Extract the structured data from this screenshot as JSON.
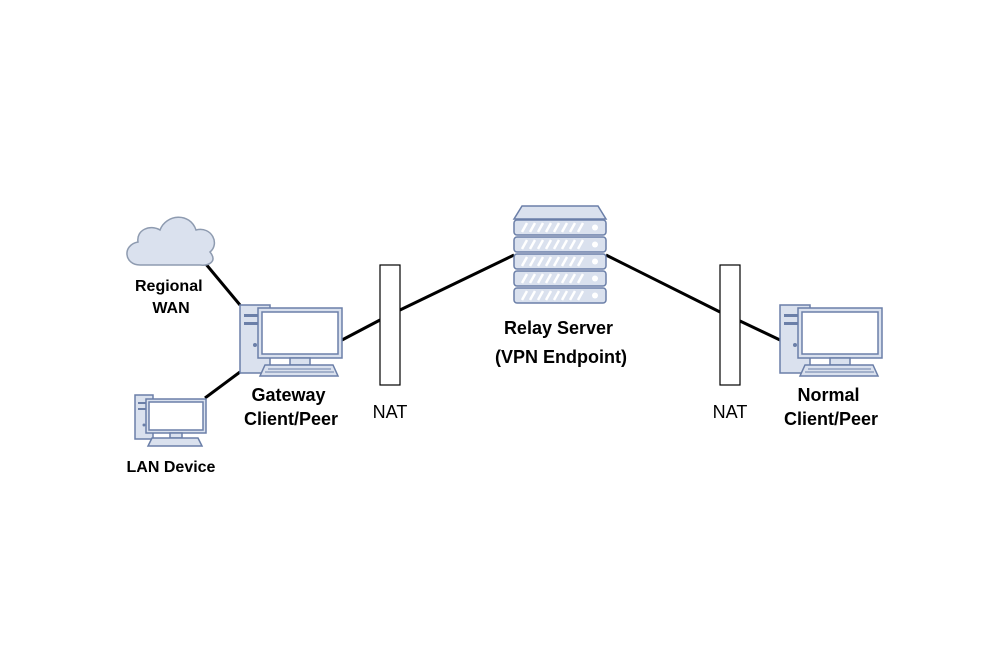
{
  "labels": {
    "regional_wan": [
      "Regional",
      "WAN"
    ],
    "lan_device": "LAN Device",
    "gateway": [
      "Gateway",
      "Client/Peer"
    ],
    "nat_left": "NAT",
    "relay": [
      "Relay Server",
      "(VPN Endpoint)"
    ],
    "nat_right": "NAT",
    "normal": [
      "Normal",
      "Client/Peer"
    ]
  },
  "icons": {
    "cloud": "cloud-icon",
    "server": "server-icon",
    "computer": "desktop-computer-icon",
    "nat": "nat-firewall-icon"
  },
  "colors": {
    "icon_fill": "#dae1ee",
    "icon_stroke": "#6b7fa8",
    "connection": "#000000"
  }
}
